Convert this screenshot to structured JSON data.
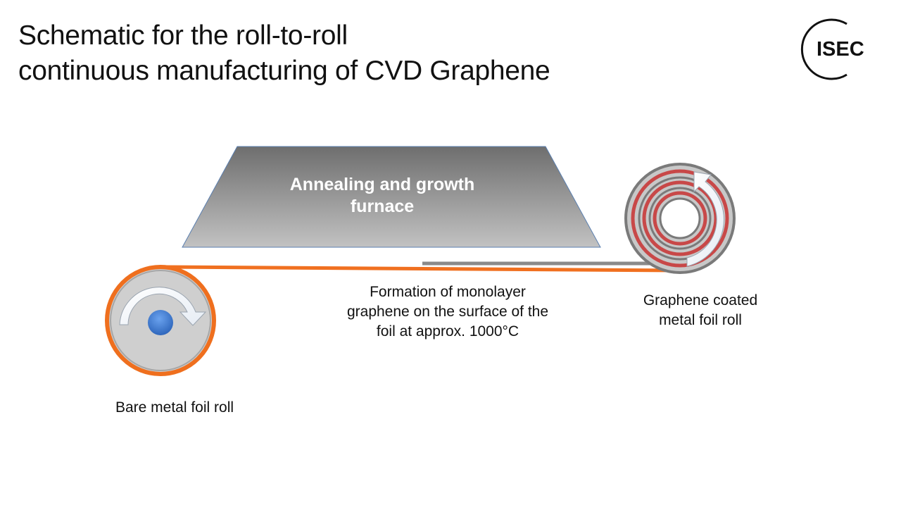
{
  "title": {
    "line1": "Schematic for the roll-to-roll",
    "line2": "continuous manufacturing of CVD Graphene"
  },
  "logo": {
    "text": "ISEC"
  },
  "furnace": {
    "line1": "Annealing and growth",
    "line2": "furnace"
  },
  "labels": {
    "bare_roll": "Bare metal foil roll",
    "formation": {
      "line1": "Formation of monolayer",
      "line2": "graphene on the surface of the",
      "line3": "foil at approx. 1000°C"
    },
    "coated_roll": {
      "line1": "Graphene coated",
      "line2": "metal foil roll"
    }
  },
  "colors": {
    "foil": "#f07020",
    "furnace_top": "#707070",
    "furnace_bottom": "#bdbdbd",
    "graphene_layer": "#8a8a8a",
    "roll_fill": "#d0d0d0",
    "hub": "#3a78d0",
    "coil_red": "#c84848"
  }
}
